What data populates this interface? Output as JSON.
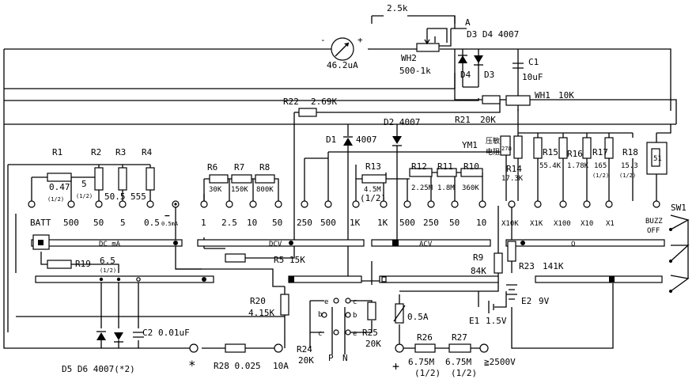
{
  "meter": {
    "name": "46.2uA",
    "minus": "-",
    "plus": "+"
  },
  "wh2": {
    "name": "WH2",
    "value": "500-1k",
    "top": "2.5k",
    "point": "A"
  },
  "diodes_top": {
    "pair1": "D3 D4  4007",
    "d4": "D4",
    "d3": "D3"
  },
  "c1": {
    "name": "C1",
    "value": "10uF"
  },
  "wh1": {
    "name": "WH1",
    "value": "10K"
  },
  "r22": {
    "name": "R22",
    "value": "2.69K"
  },
  "r21": {
    "name": "R21",
    "value": "20K"
  },
  "d2": {
    "name": "D2 4007"
  },
  "d1": {
    "name": "D1",
    "value": "4007"
  },
  "r1": {
    "name": "R1",
    "value": "0.47",
    "sub": "(1/2)"
  },
  "r2": {
    "name": "R2",
    "value": "5",
    "sub": "(1/2)"
  },
  "r3": {
    "name": "R3",
    "value": "50.5"
  },
  "r4": {
    "name": "R4",
    "value": "555"
  },
  "r6": {
    "name": "R6",
    "value": "30K"
  },
  "r7": {
    "name": "R7",
    "value": "150K"
  },
  "r8": {
    "name": "R8",
    "value": "800K"
  },
  "r13": {
    "name": "R13",
    "value": "4.5M",
    "sub": "(1/2)"
  },
  "r12": {
    "name": "R12",
    "value": "2.25M"
  },
  "r11": {
    "name": "R11",
    "value": "1.8M"
  },
  "r10": {
    "name": "R10",
    "value": "360K"
  },
  "ym1": {
    "name": "YM1",
    "mark": "27Ω",
    "cn1": "压敏",
    "cn2": "电阻"
  },
  "r14": {
    "name": "R14",
    "value": "17.3K"
  },
  "r15": {
    "name": "R15",
    "value": "55.4K"
  },
  "r16": {
    "name": "R16",
    "value": "1.78K"
  },
  "r17": {
    "name": "R17",
    "value": "165",
    "sub": "(1/2)"
  },
  "r18": {
    "name": "R18",
    "value": "15.3",
    "sub": "(1/2)"
  },
  "spk": {
    "value": "51"
  },
  "sw1": {
    "name": "SW1"
  },
  "dc_ma": {
    "labels": [
      "BATT",
      "500",
      "50",
      "5",
      "0.5"
    ],
    "bar": "DC mA",
    "minus": "−",
    "tiny": "0.5mA"
  },
  "dcv": {
    "labels": [
      "1",
      "2.5",
      "10",
      "50",
      "250",
      "500"
    ],
    "bar": "DCV"
  },
  "acv": {
    "labels": [
      "1K",
      "1K",
      "500",
      "250",
      "50",
      "10"
    ],
    "bar": "ACV"
  },
  "ohm": {
    "labels": [
      "X10K",
      "X1K",
      "X100",
      "X10",
      "X1",
      "BUZZ",
      "OFF"
    ],
    "bar": "Ω"
  },
  "r19": {
    "name": "R19",
    "value": "6.5",
    "sub": "(1/2)"
  },
  "r5": {
    "name": "R5",
    "value": "15K"
  },
  "r9": {
    "name": "R9",
    "value": "84K"
  },
  "r23": {
    "name": "R23",
    "value": "141K"
  },
  "r20": {
    "name": "R20",
    "value": "4.15K"
  },
  "e2": {
    "name": "E2",
    "value": "9V"
  },
  "e1": {
    "name": "E1",
    "value": "1.5V"
  },
  "fuse": {
    "value": "0.5A"
  },
  "pnp": {
    "e1": "e",
    "c1": "c",
    "b1": "b",
    "b2": "b",
    "c2": "c",
    "e2": "e",
    "p": "P",
    "n": "N"
  },
  "r25": {
    "name": "R25",
    "value": "20K"
  },
  "r24": {
    "name": "R24",
    "value": "20K"
  },
  "c2": {
    "name": "C2",
    "value": "0.01uF"
  },
  "d56": {
    "name": "D5 D6 4007(*2)"
  },
  "bottom": {
    "star": "*",
    "r28": "R28 0.025",
    "a10": "10A",
    "plus": "+"
  },
  "r26": {
    "name": "R26",
    "value": "6.75M",
    "sub": "(1/2)"
  },
  "r27": {
    "name": "R27",
    "value": "6.75M",
    "sub": "(1/2)"
  },
  "hv": {
    "value": "≧2500V"
  }
}
